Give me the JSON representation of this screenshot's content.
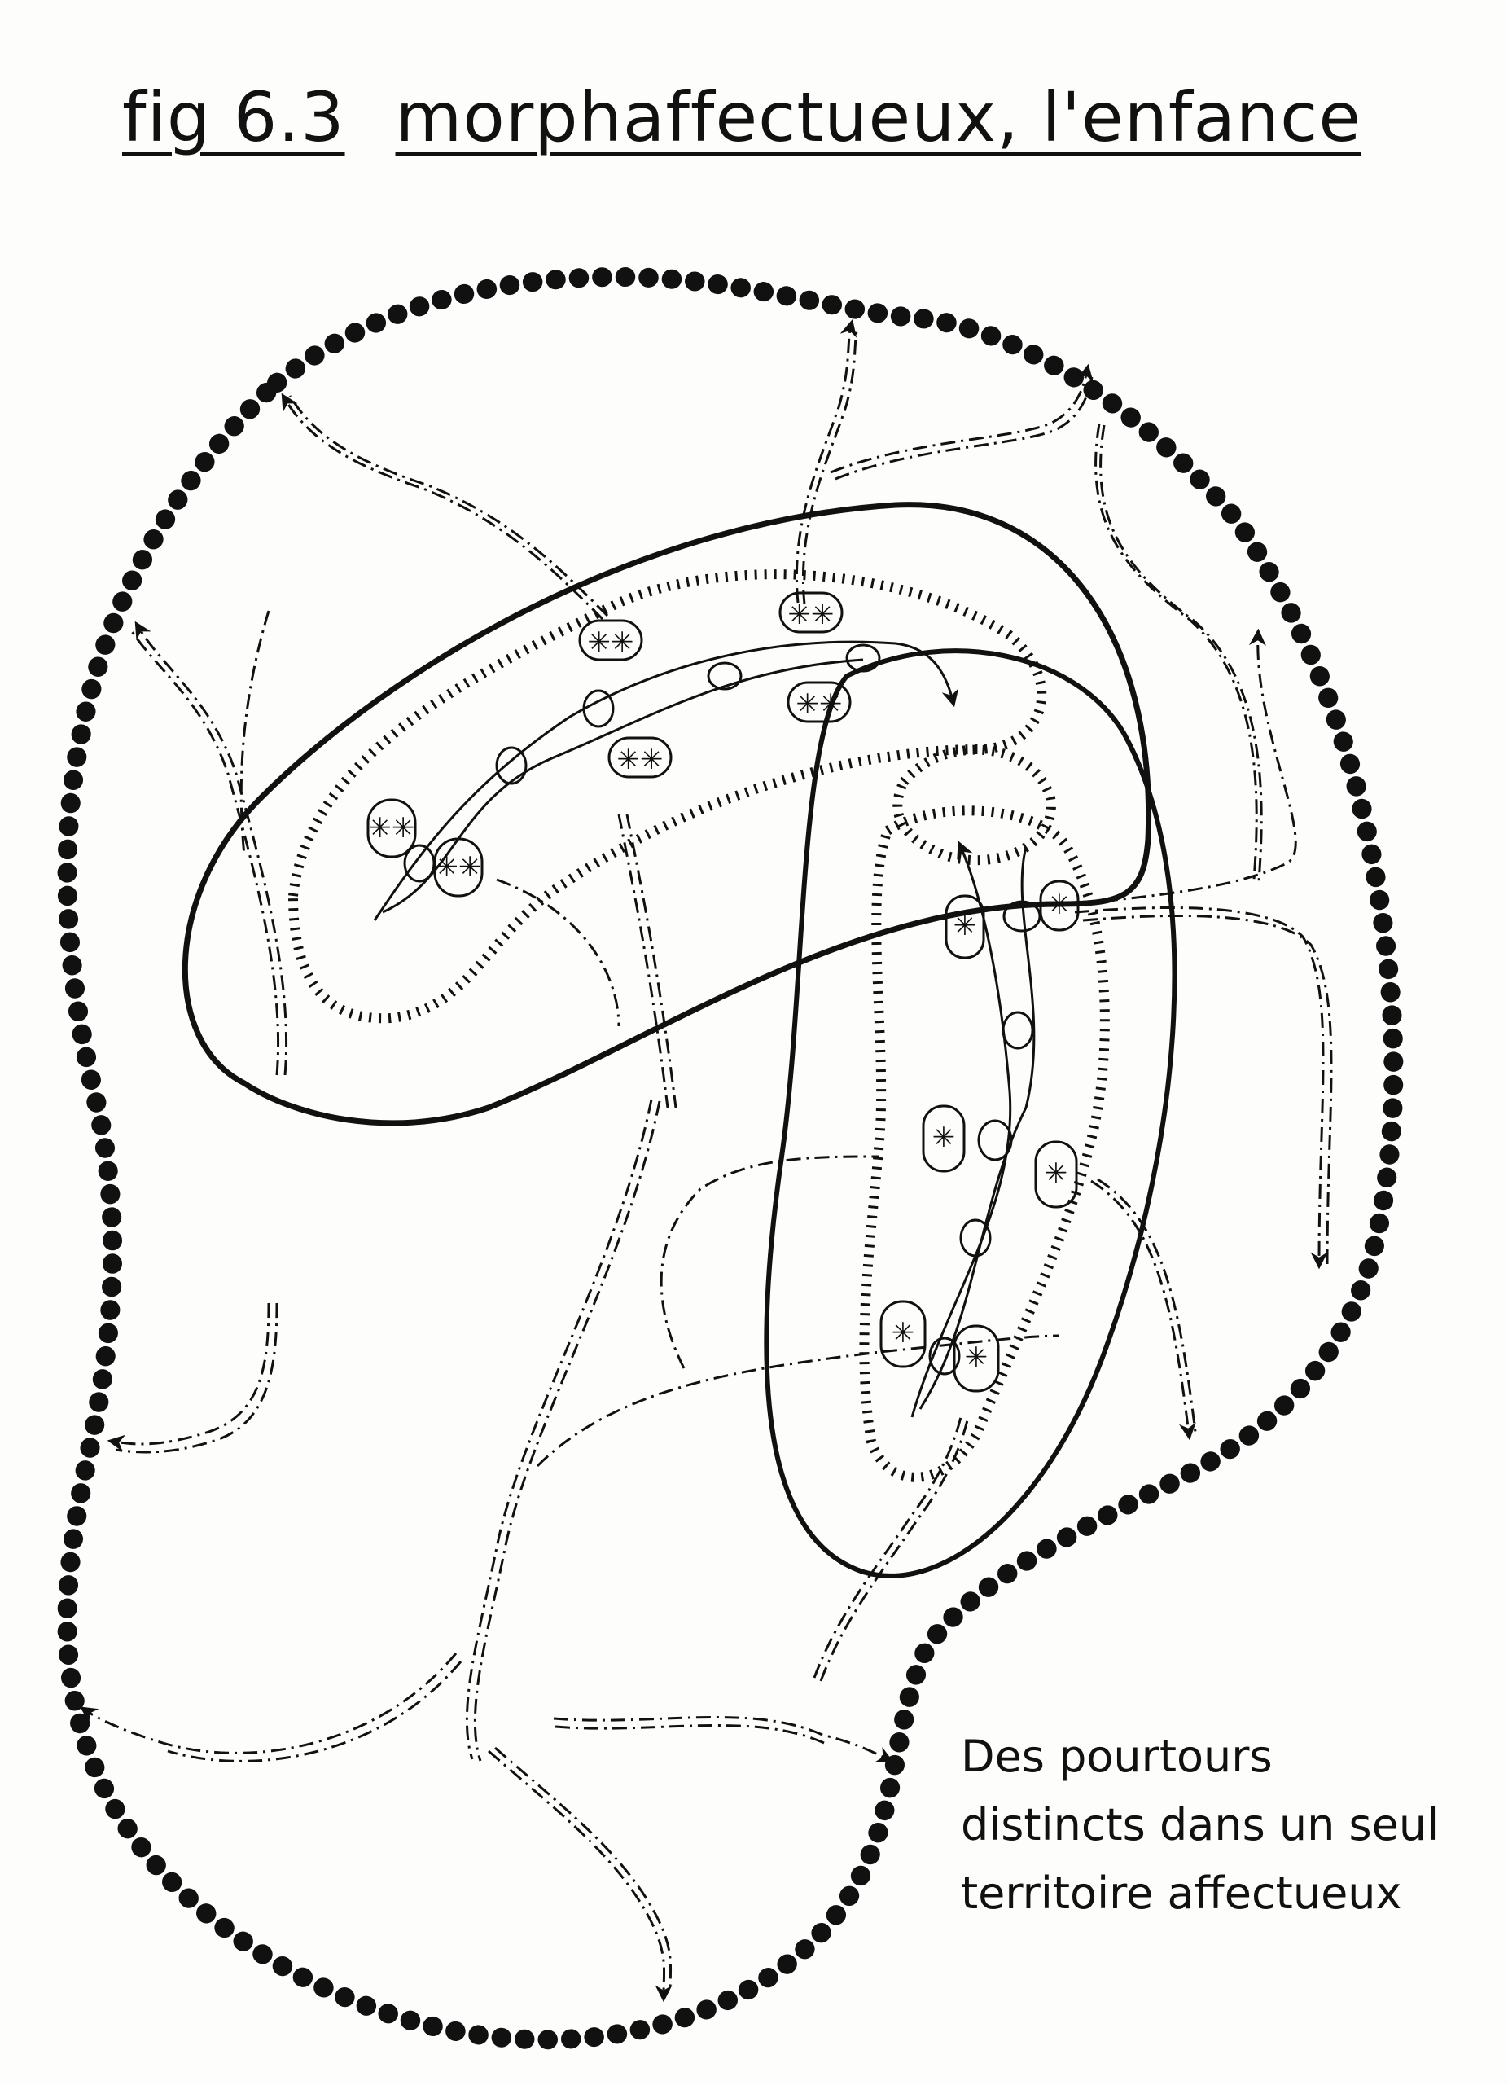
{
  "figure": {
    "number": "fig 6.3",
    "title": "morphaffectueux, l'enfance"
  },
  "caption": [
    "Des pourtours",
    "distincts dans un seul",
    "territoire affectueux"
  ],
  "colors": {
    "ink": "#111111",
    "background": "#fdfdfb"
  },
  "icons": [
    "arrowhead-icon",
    "asterisk-pair-icon",
    "spiral-icon"
  ]
}
